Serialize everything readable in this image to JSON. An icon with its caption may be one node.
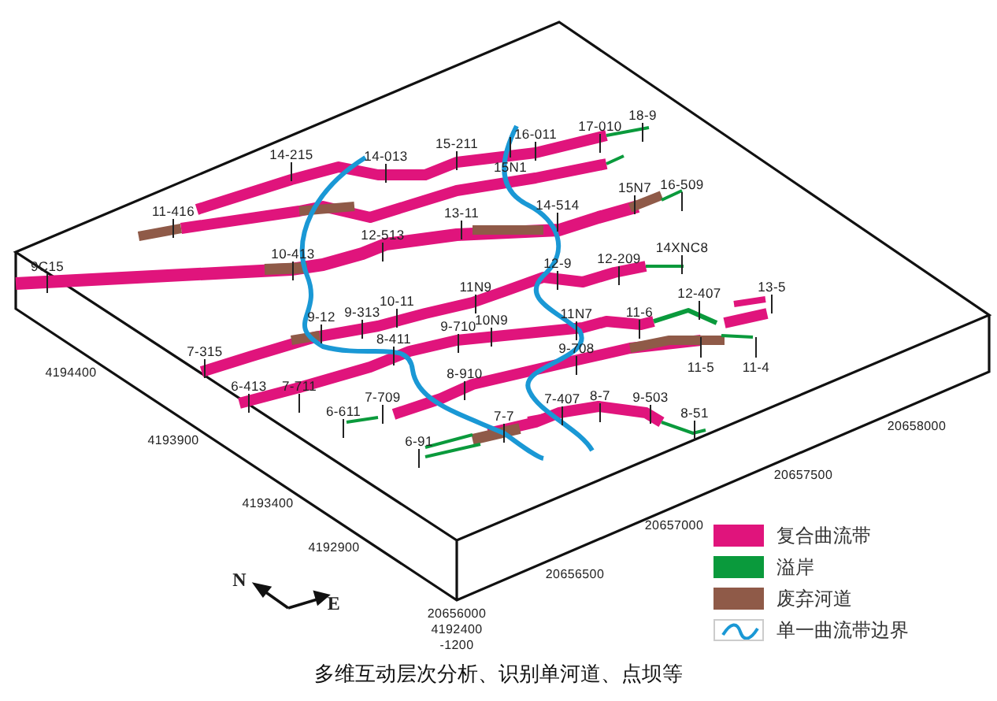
{
  "diagram": {
    "caption": "多维互动层次分析、识别单河道、点坝等",
    "labels": [
      "14-215",
      "14-013",
      "15-211",
      "16-011",
      "17-010",
      "18-9",
      "15N1",
      "11-416",
      "13-11",
      "14-514",
      "15N7",
      "16-509",
      "9C15",
      "10-413",
      "12-513",
      "12-9",
      "12-209",
      "14XNC8",
      "9-12",
      "9-313",
      "10-11",
      "11N9",
      "10N9",
      "11N7",
      "11-6",
      "12-407",
      "13-5",
      "7-315",
      "8-411",
      "9-710",
      "9-708",
      "11-5",
      "11-4",
      "6-413",
      "7-711",
      "8-910",
      "7-709",
      "6-611",
      "7-407",
      "8-7",
      "9-503",
      "7-7",
      "8-51",
      "6-91",
      "4194400",
      "4193900",
      "4193400",
      "4192900",
      "20658000",
      "20657500",
      "20657000",
      "20656500",
      "20656000",
      "4192400",
      "-1200",
      "N",
      "E"
    ],
    "legend": [
      {
        "text": "复合曲流带",
        "color": "#e0147c"
      },
      {
        "text": "溢岸",
        "color": "#0a9a3c"
      },
      {
        "text": "废弃河道",
        "color": "#8f5a48"
      },
      {
        "text": "单一曲流带边界"
      }
    ]
  }
}
